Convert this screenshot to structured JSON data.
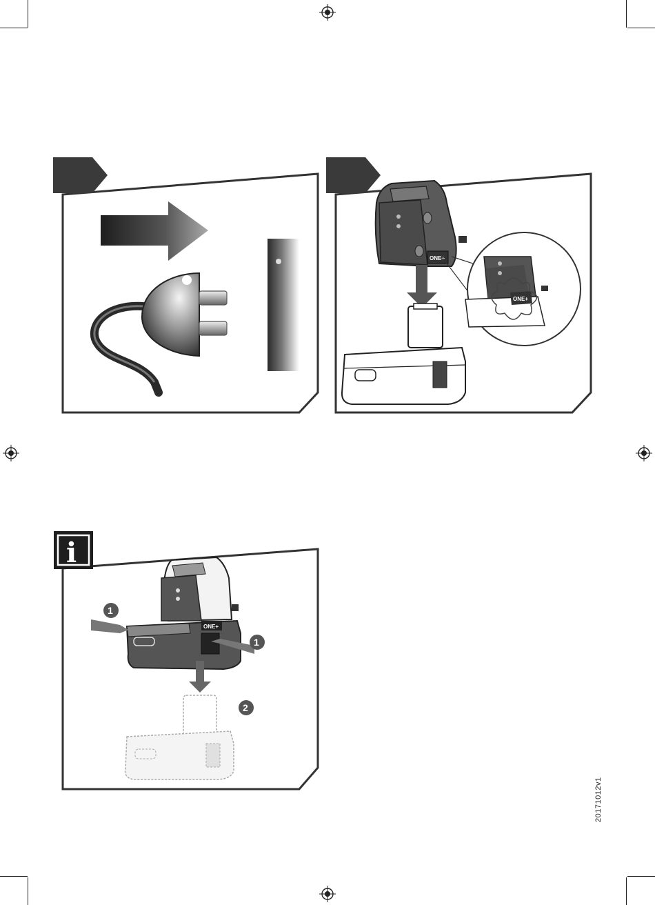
{
  "document": {
    "version_code": "20171012v1"
  },
  "panels": {
    "step_a": {
      "icons": [
        "arrow-right-icon",
        "power-plug-icon",
        "wall-socket-icon"
      ]
    },
    "step_b": {
      "icons": [
        "battery-charger-icon",
        "battery-pack-icon",
        "magnifier-circle-icon",
        "down-arrow-icon"
      ],
      "badge_text": "ONE+"
    },
    "info": {
      "header_letter": "i",
      "callouts": [
        "1",
        "1",
        "2"
      ],
      "badge_text": "ONE+"
    }
  },
  "colors": {
    "frame": "#333333",
    "tab": "#3a3a3a",
    "device_dark": "#555555",
    "device_light": "#bdbdbd"
  }
}
